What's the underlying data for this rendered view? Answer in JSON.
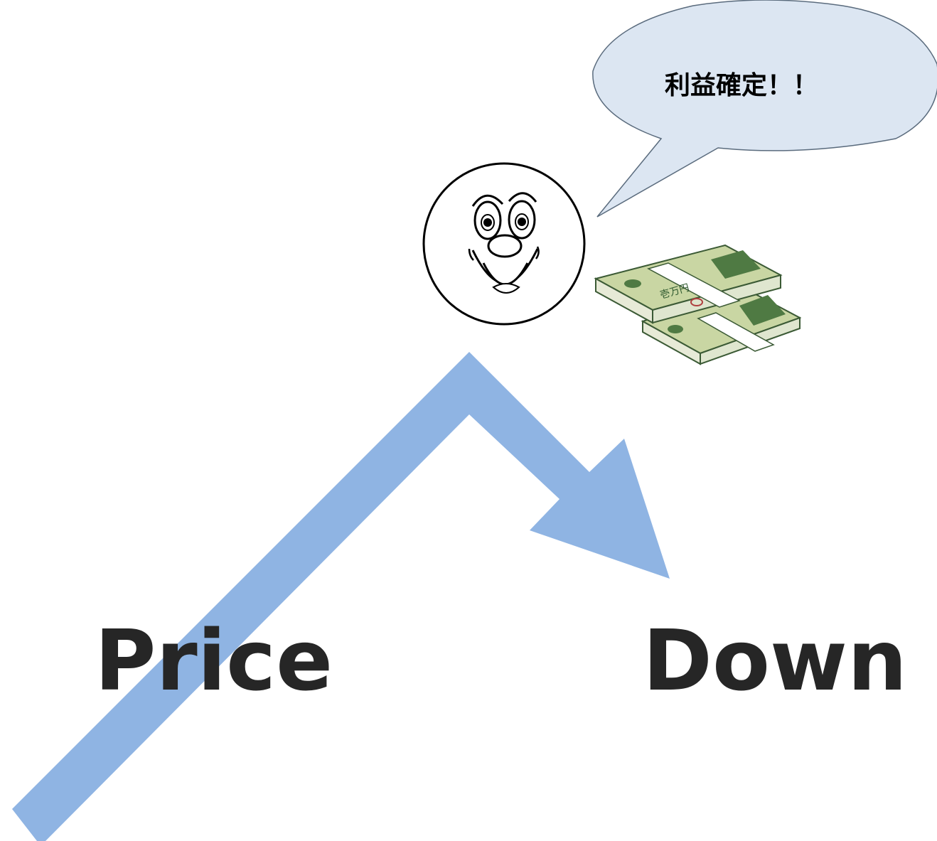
{
  "speech_bubble": {
    "text": "利益確定！！"
  },
  "labels": {
    "left": "Price",
    "right": "Down"
  },
  "money": {
    "bill_text": "壱万円"
  },
  "colors": {
    "arrow": "#8fb4e3",
    "bubble_fill": "#dce6f2",
    "text": "#262626",
    "bill_green": "#c9d6a3",
    "bill_dark_green": "#4f7a43"
  }
}
